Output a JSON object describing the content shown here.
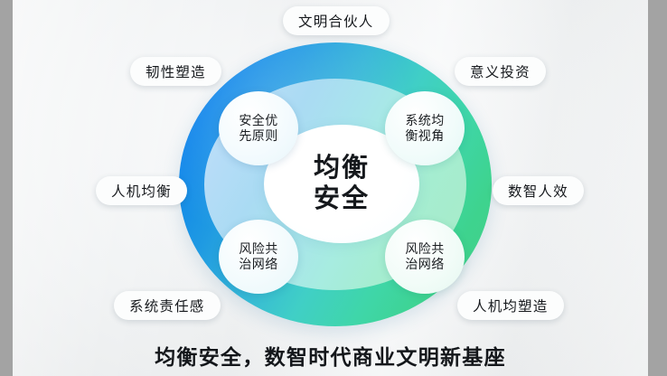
{
  "slide": {
    "core": {
      "line1": "均衡",
      "line2": "安全"
    },
    "caption": "均衡安全，数智时代商业文明新基座",
    "inner_bubbles": [
      {
        "id": "top-left",
        "line1": "安全优",
        "line2": "先原则"
      },
      {
        "id": "top-right",
        "line1": "系统均",
        "line2": "衡视角"
      },
      {
        "id": "bottom-left",
        "line1": "风险共",
        "line2": "治网络"
      },
      {
        "id": "bottom-right",
        "line1": "风险共",
        "line2": "治网络"
      }
    ],
    "outer_tags": [
      {
        "id": "top",
        "label": "文明合伙人"
      },
      {
        "id": "upper-left",
        "label": "韧性塑造"
      },
      {
        "id": "upper-right",
        "label": "意义投资"
      },
      {
        "id": "left",
        "label": "人机均衡"
      },
      {
        "id": "right",
        "label": "数智人效"
      },
      {
        "id": "lower-left",
        "label": "系统责任感"
      },
      {
        "id": "lower-right",
        "label": "人机均塑造"
      }
    ],
    "colors": {
      "ring_outer_start": "#0b74e5",
      "ring_outer_mid": "#40cfc6",
      "ring_outer_end": "#46cf88",
      "ring_mid_start": "#c4e2f8",
      "ring_mid_end": "#aaeccb",
      "core": "#ffffff",
      "background": "#f1f3f4",
      "letterbox": "#a3a3a3",
      "text": "#15181c"
    }
  }
}
